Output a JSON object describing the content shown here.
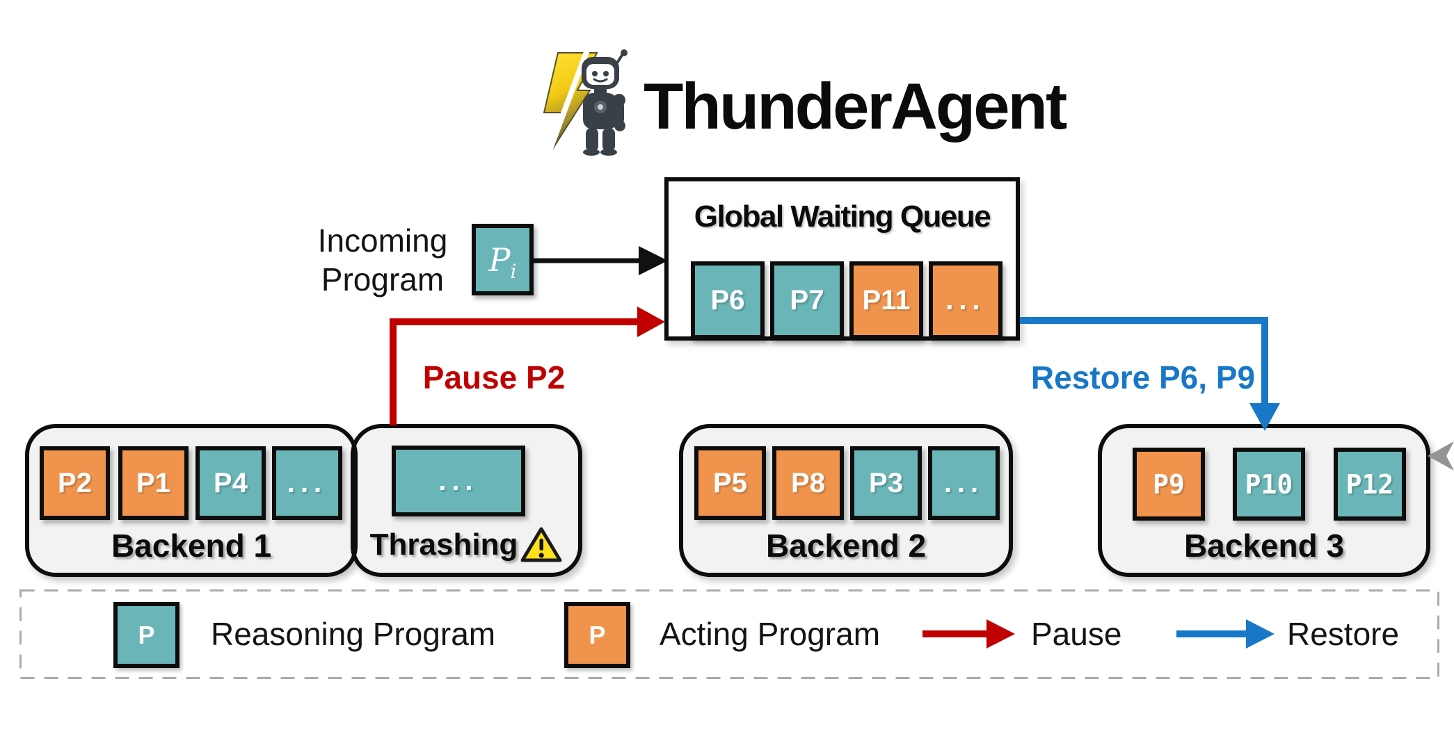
{
  "colors": {
    "teal": "#6AB5B7",
    "orange": "#F0944D",
    "red": "#C00000",
    "blue": "#1878C8",
    "gray_arrow": "#949494",
    "backend_bg": "#F2F2F2",
    "border": "#0D0D0D",
    "legend_border": "#ABABAB"
  },
  "header": {
    "title": "ThunderAgent",
    "logo": "lightning-bolt-robot-logo"
  },
  "incoming": {
    "line1": "Incoming",
    "line2": "Program",
    "program": {
      "label_main": "P",
      "label_sub": "i",
      "type": "reasoning"
    }
  },
  "queue": {
    "title": "Global Waiting Queue",
    "items": [
      {
        "label": "P6",
        "type": "reasoning"
      },
      {
        "label": "P7",
        "type": "reasoning"
      },
      {
        "label": "P11",
        "type": "acting"
      },
      {
        "label": "...",
        "type": "acting"
      }
    ]
  },
  "actions": {
    "pause_label": "Pause P2",
    "restore_label": "Restore P6, P9"
  },
  "backends": [
    {
      "name": "Backend 1",
      "items": [
        {
          "label": "P2",
          "type": "acting"
        },
        {
          "label": "P1",
          "type": "acting"
        },
        {
          "label": "P4",
          "type": "reasoning"
        },
        {
          "label": "...",
          "type": "reasoning"
        }
      ]
    },
    {
      "name": "Backend 2",
      "items": [
        {
          "label": "P5",
          "type": "acting"
        },
        {
          "label": "P8",
          "type": "acting"
        },
        {
          "label": "P3",
          "type": "reasoning"
        },
        {
          "label": "...",
          "type": "reasoning"
        }
      ]
    },
    {
      "name": "Backend 3",
      "items": [
        {
          "label": "P9",
          "type": "acting"
        },
        {
          "label": "P10",
          "type": "reasoning"
        },
        {
          "label": "P12",
          "type": "reasoning"
        }
      ]
    }
  ],
  "thrashing": {
    "label": "Thrashing",
    "box_label": "...",
    "icon": "warning-triangle-icon"
  },
  "legend": {
    "reasoning_box": "P",
    "reasoning_label": "Reasoning Program",
    "acting_box": "P",
    "acting_label": "Acting Program",
    "pause_label": "Pause",
    "restore_label": "Restore"
  }
}
